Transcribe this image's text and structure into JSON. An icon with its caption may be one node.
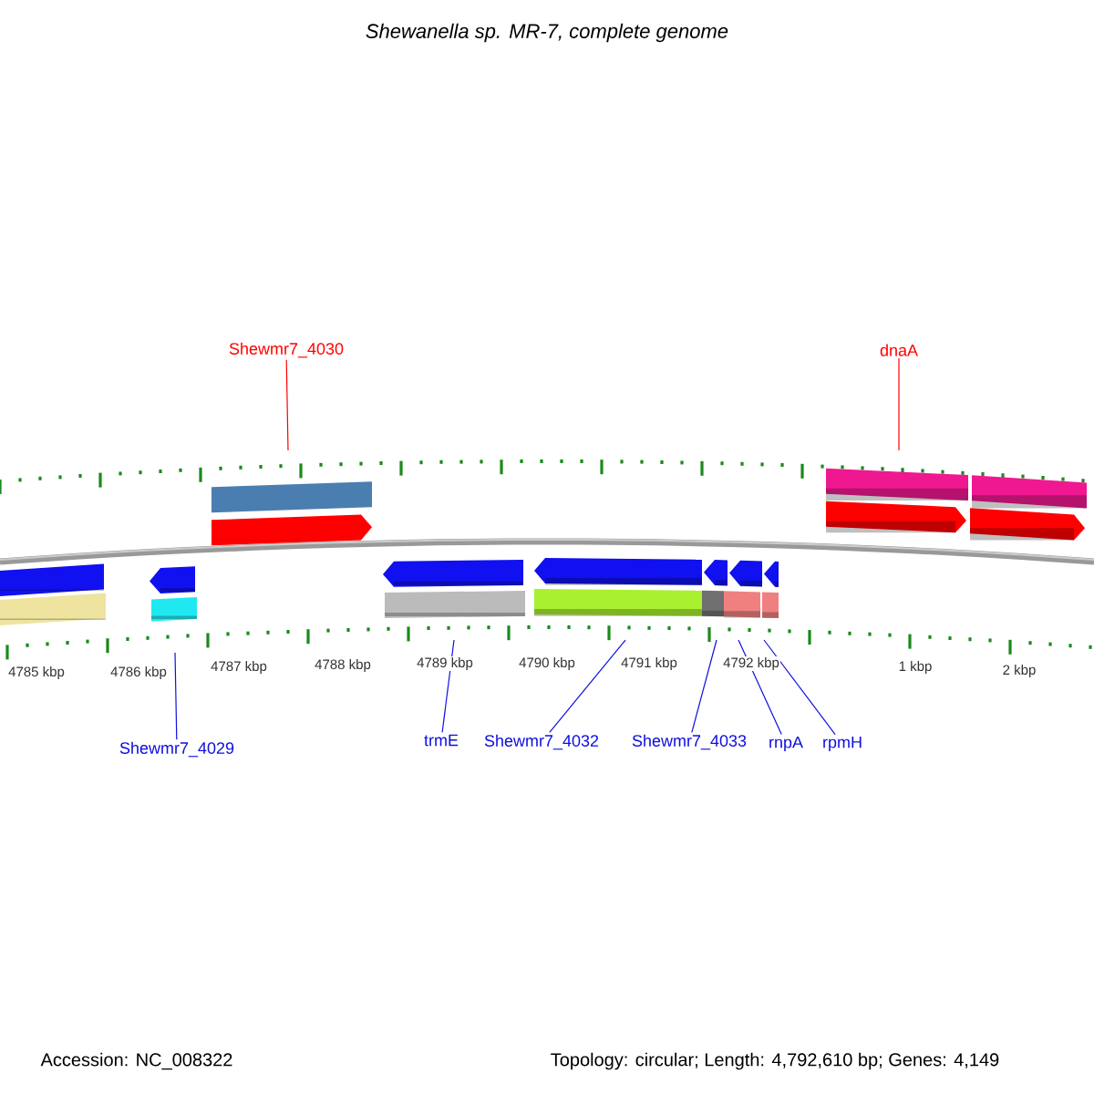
{
  "diagram": {
    "title": "Shewanella sp. MR-7, complete genome",
    "nodes": [
      {
        "text": [
          "Shewmr7_4030"
        ]
      },
      {
        "text": [
          "dnaA"
        ]
      },
      {
        "text": [
          "Shewmr7_4029"
        ]
      },
      {
        "text": [
          "trmE"
        ]
      },
      {
        "text": [
          "Shewmr7_4032"
        ]
      },
      {
        "text": [
          "Shewmr7_4033"
        ]
      },
      {
        "text": [
          "rnpA"
        ]
      },
      {
        "text": [
          "rpmH"
        ]
      }
    ],
    "edges": [
      {
        "from": 0,
        "to": null,
        "arrow": "none",
        "color": "#ff0000"
      },
      {
        "from": 1,
        "to": null,
        "arrow": "none",
        "color": "#ff0000"
      },
      {
        "from": 2,
        "to": null,
        "arrow": "none"
      },
      {
        "from": 3,
        "to": null,
        "arrow": "none"
      },
      {
        "from": 4,
        "to": null,
        "arrow": "none"
      },
      {
        "from": 5,
        "to": null,
        "arrow": "none"
      },
      {
        "from": 6,
        "to": null,
        "arrow": "none"
      },
      {
        "from": 7,
        "to": null,
        "arrow": "none"
      }
    ],
    "labels": [
      "4785 kbp",
      "4786 kbp",
      "4787 kbp",
      "4788 kbp",
      "4789 kbp",
      "4790 kbp",
      "4791 kbp",
      "4792 kbp",
      "1 kbp",
      "2 kbp",
      "Accession: NC_008322",
      "Topology: circular; Length: 4,792,610 bp; Genes: 4,149"
    ]
  }
}
